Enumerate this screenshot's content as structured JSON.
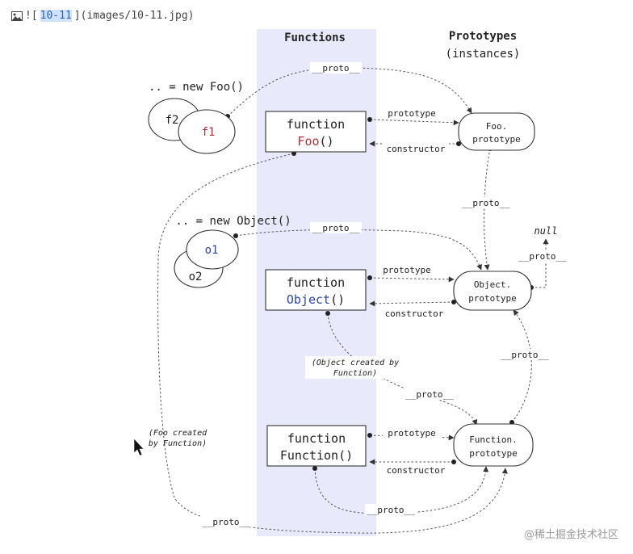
{
  "markdown": {
    "prefix": "![",
    "link_text": "10-11",
    "suffix": "](images/10-11.jpg)"
  },
  "columns": {
    "functions": "Functions",
    "prototypes_line1": "Prototypes",
    "prototypes_line2": "(instances)"
  },
  "instances": {
    "new_foo": ".. = new Foo()",
    "f2": "f2",
    "f1": "f1",
    "new_object": ".. = new Object()",
    "o1": "o1",
    "o2": "o2"
  },
  "functions": {
    "keyword": "function",
    "foo": "Foo",
    "object": "Object",
    "function_name": "Function",
    "parens": "()"
  },
  "prototypes": {
    "foo_line1": "Foo.",
    "foo_line2": "prototype",
    "object_line1": "Object.",
    "object_line2": "prototype",
    "function_line1": "Function.",
    "function_line2": "prototype"
  },
  "labels": {
    "proto": "__proto__",
    "prototype": "prototype",
    "constructor": "constructor",
    "null": "null"
  },
  "notes": {
    "object_created_line1": "(Object created by",
    "object_created_line2": "Function)",
    "foo_created_line1": "(Foo created",
    "foo_created_line2": "by Function)"
  },
  "watermark": "@稀土掘金技术社区",
  "colors": {
    "foo_name": "#b0303a",
    "object_name": "#2c44a8",
    "functions_band": "#e8eafb"
  }
}
